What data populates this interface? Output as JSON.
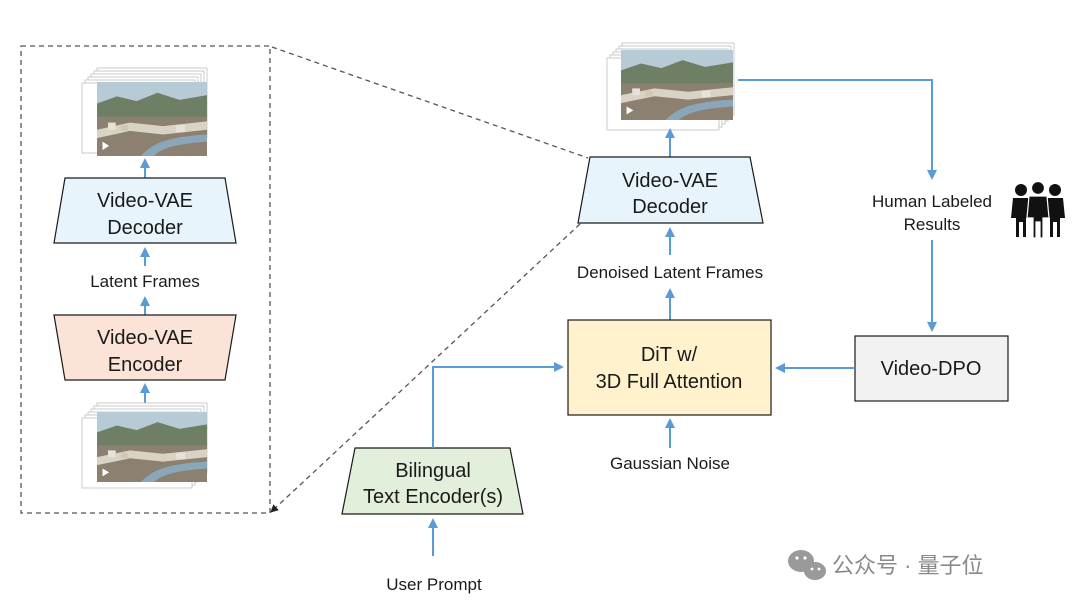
{
  "inset": {
    "decoder": {
      "line1": "Video-VAE",
      "line2": "Decoder",
      "fill": "#e8f4fc"
    },
    "encoder": {
      "line1": "Video-VAE",
      "line2": "Encoder",
      "fill": "#fbe4d7"
    },
    "latent_label": "Latent Frames"
  },
  "main": {
    "decoder": {
      "line1": "Video-VAE",
      "line2": "Decoder",
      "fill": "#e8f4fc"
    },
    "dit": {
      "line1": "DiT w/",
      "line2": "3D Full Attention",
      "fill": "#fff2cc"
    },
    "text_encoder": {
      "line1": "Bilingual",
      "line2": "Text Encoder(s)",
      "fill": "#e2efda"
    },
    "dpo": {
      "label": "Video-DPO",
      "fill": "#f2f2f2"
    },
    "denoised_label": "Denoised Latent Frames",
    "noise_label": "Gaussian Noise",
    "prompt_label": "User Prompt",
    "human_label_line1": "Human Labeled",
    "human_label_line2": "Results"
  },
  "watermark": "公众号 · 量子位",
  "colors": {
    "arrow": "#5b9bd5",
    "sky": "#b7cbd6",
    "hills": "#6f7f66",
    "ground": "#8c8070",
    "river": "#8aa6b8"
  }
}
